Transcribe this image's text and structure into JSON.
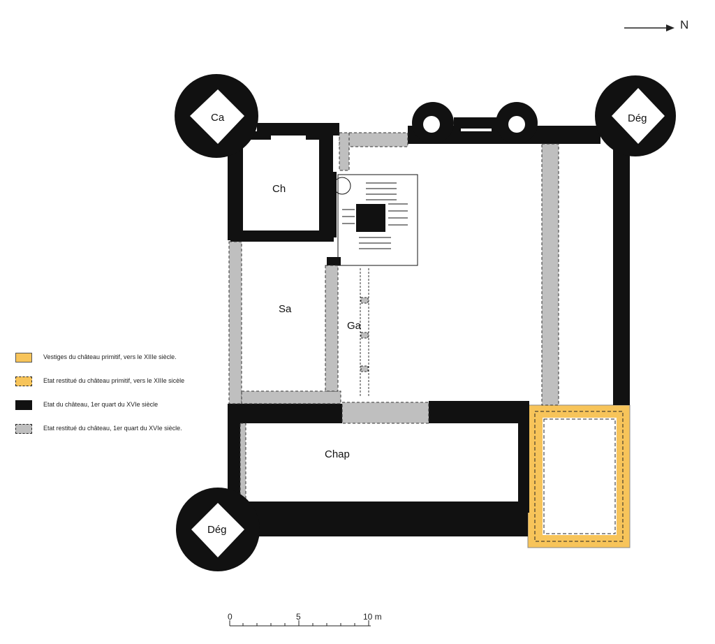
{
  "north": {
    "label": "N"
  },
  "rooms": {
    "ca": "Ca",
    "deg_ne": "Dég",
    "ch": "Ch",
    "sa": "Sa",
    "ga": "Ga",
    "chap": "Chap",
    "deg_sw": "Dég"
  },
  "legend": [
    {
      "text": "Vestiges du château primitif, vers le XIIIe siècle.",
      "color": "#f7c45a",
      "style": "solid"
    },
    {
      "text": "Etat restitué du château primitif, vers le XIIIe sicèle",
      "color": "#f7c45a",
      "style": "dashed"
    },
    {
      "text": "Etat du château, 1er quart du XVIe siècle",
      "color": "#111111",
      "style": "solid"
    },
    {
      "text": "Etat restitué du château, 1er quart du XVIe siècle.",
      "color": "#bfbfbf",
      "style": "dashed"
    }
  ],
  "scale": {
    "ticks": [
      "0",
      "5",
      "10 m"
    ]
  },
  "colors": {
    "wall": "#111111",
    "restored": "#bfbfbf",
    "primitive": "#f7c45a"
  }
}
